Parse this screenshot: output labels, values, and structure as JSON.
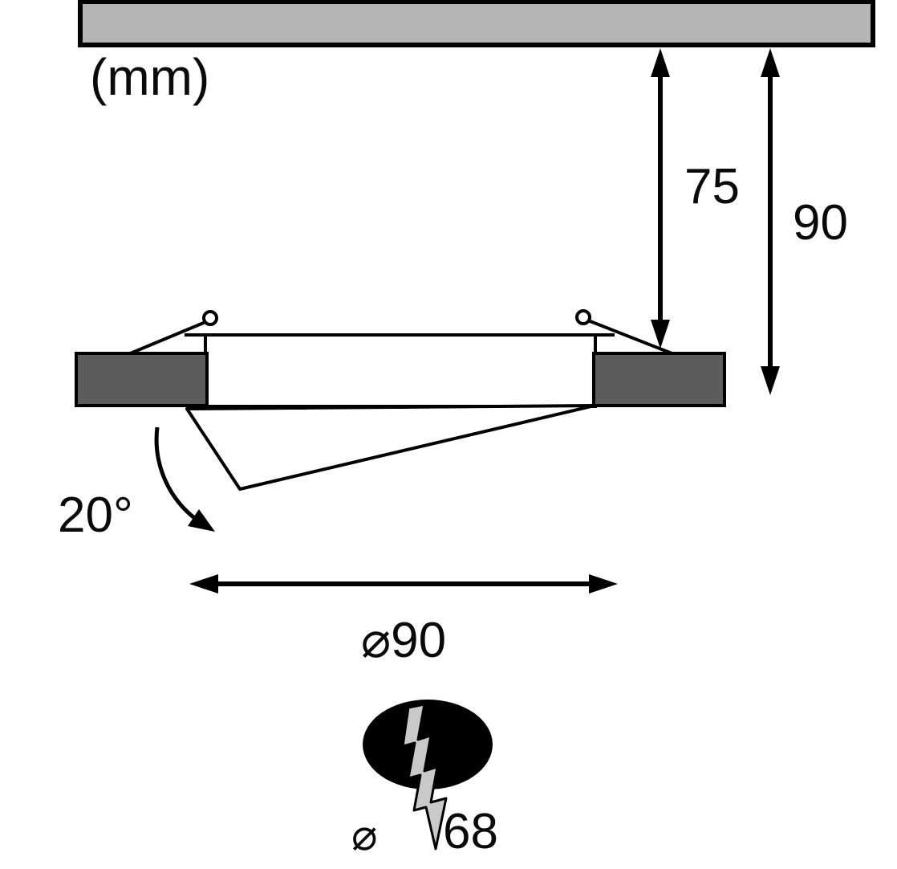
{
  "diagram": {
    "unit_label": "(mm)",
    "recess_depth_label": "75",
    "overall_depth_label": "90",
    "tilt_angle_label": "20°",
    "outer_diameter_label": "⌀90",
    "cutout_diameter_symbol": "⌀",
    "cutout_diameter_label": "68",
    "colors": {
      "ceiling_fill": "#b5b5b5",
      "flange_fill": "#5c5c5c",
      "bolt_fill": "#c9c9c9",
      "cutout_fill": "#000000",
      "outline": "#000000",
      "background": "#ffffff"
    }
  }
}
